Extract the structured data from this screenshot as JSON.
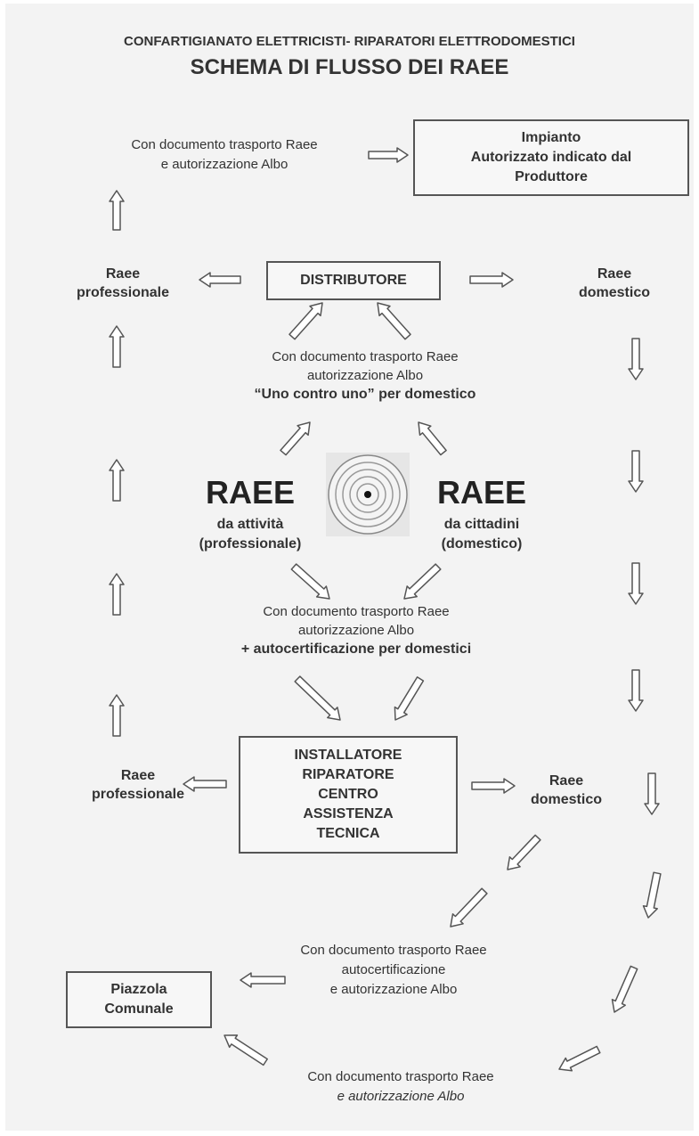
{
  "header": {
    "line1": "CONFARTIGIANATO ELETTRICISTI- RIPARATORI ELETTRODOMESTICI",
    "line2": "SCHEMA DI FLUSSO DEI RAEE"
  },
  "top": {
    "doc_text": [
      "Con documento trasporto Raee",
      "e autorizzazione Albo"
    ],
    "impianto": [
      "Impianto",
      "Autorizzato indicato dal",
      "Produttore"
    ]
  },
  "distributore": {
    "box": "DISTRIBUTORE",
    "left": [
      "Raee",
      "professionale"
    ],
    "right": [
      "Raee",
      "domestico"
    ],
    "doc_text": [
      "Con documento trasporto Raee",
      "autorizzazione Albo"
    ],
    "uno_contro_uno": "“Uno contro uno” per domestico"
  },
  "center": {
    "left_title": "RAEE",
    "left_sub": [
      "da attività",
      "(professionale)"
    ],
    "right_title": "RAEE",
    "right_sub": [
      "da cittadini",
      "(domestico)"
    ],
    "target_icon": "target-icon"
  },
  "middle": {
    "doc_text": [
      "Con documento trasporto Raee",
      "autorizzazione Albo"
    ],
    "autocert": "+ autocertificazione per domestici"
  },
  "installatore": {
    "box": [
      "INSTALLATORE",
      "RIPARATORE",
      "CENTRO",
      "ASSISTENZA",
      "TECNICA"
    ],
    "left": [
      "Raee",
      "professionale"
    ],
    "right": [
      "Raee",
      "domestico"
    ]
  },
  "bottom": {
    "doc_text_1": [
      "Con documento trasporto Raee",
      "autocertificazione",
      "e autorizzazione Albo"
    ],
    "piazzola": [
      "Piazzola",
      "Comunale"
    ],
    "doc_text_2": [
      "Con documento trasporto Raee",
      "e autorizzazione Albo"
    ]
  },
  "colors": {
    "background": "#f3f3f3",
    "text": "#333333",
    "arrow_stroke": "#555555",
    "arrow_fill": "#ffffff"
  }
}
